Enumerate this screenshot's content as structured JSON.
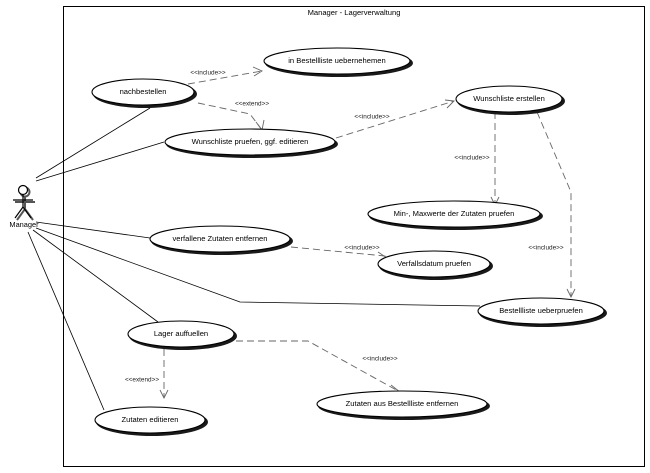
{
  "system": {
    "title": "Manager - Lagerverwaltung"
  },
  "actor": {
    "name": "Manager"
  },
  "use_cases": {
    "nachbestellen": "nachbestellen",
    "in_bestellliste": "in Bestellliste uebernehemen",
    "wunschliste_pruefen": "Wunschliste pruefen, ggf. editieren",
    "wunschliste_erstellen": "Wunschliste erstellen",
    "min_max": "Min-, Maxwerte der Zutaten pruefen",
    "verfallene_entfernen": "verfallene Zutaten entfernen",
    "verfallsdatum": "Verfallsdatum pruefen",
    "bestellliste_pruefen": "Bestellliste ueberpruefen",
    "lager_auffuellen": "Lager auffuellen",
    "zutaten_aus_bestellliste": "Zutaten aus Bestellliste entfernen",
    "zutaten_editieren": "Zutaten editieren"
  },
  "relations": {
    "include": "<<include>>",
    "extend": "<<extend>>"
  }
}
